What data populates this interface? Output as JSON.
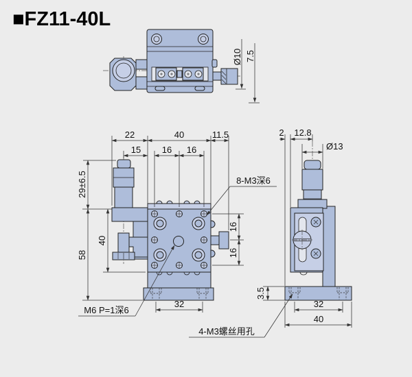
{
  "title": "■FZ11-40L",
  "colors": {
    "part_fill": "#aebdda",
    "part_fill_light": "#c6cfe6",
    "background": "#ececec",
    "line": "#222222",
    "dimension": "#333333"
  },
  "views": {
    "top": {
      "dims": {
        "knob_diameter": "Ø10",
        "knob_length": "7.5"
      }
    },
    "front": {
      "dims": {
        "left_offset": "22",
        "body_width": "40",
        "knob_offset": "11.5",
        "mic_offset": "15",
        "hole_pitch_left": "16",
        "hole_pitch_right": "16",
        "travel_height": "29±6.5",
        "total_height": "58",
        "body_height": "40",
        "hole_pitch_top": "16",
        "hole_pitch_bottom": "16",
        "base_hole_span": "32"
      },
      "labels": {
        "top_plate_holes": "8-M3深6",
        "center_hole": "M6 P=1深6"
      }
    },
    "side": {
      "dims": {
        "edge_offset": "2",
        "mic_center_offset": "12.8",
        "knob_diameter": "Ø13",
        "base_step": "3.5",
        "base_hole_span": "32",
        "base_width": "40"
      },
      "labels": {
        "base_holes": "4-M3螺丝用孔"
      }
    }
  }
}
